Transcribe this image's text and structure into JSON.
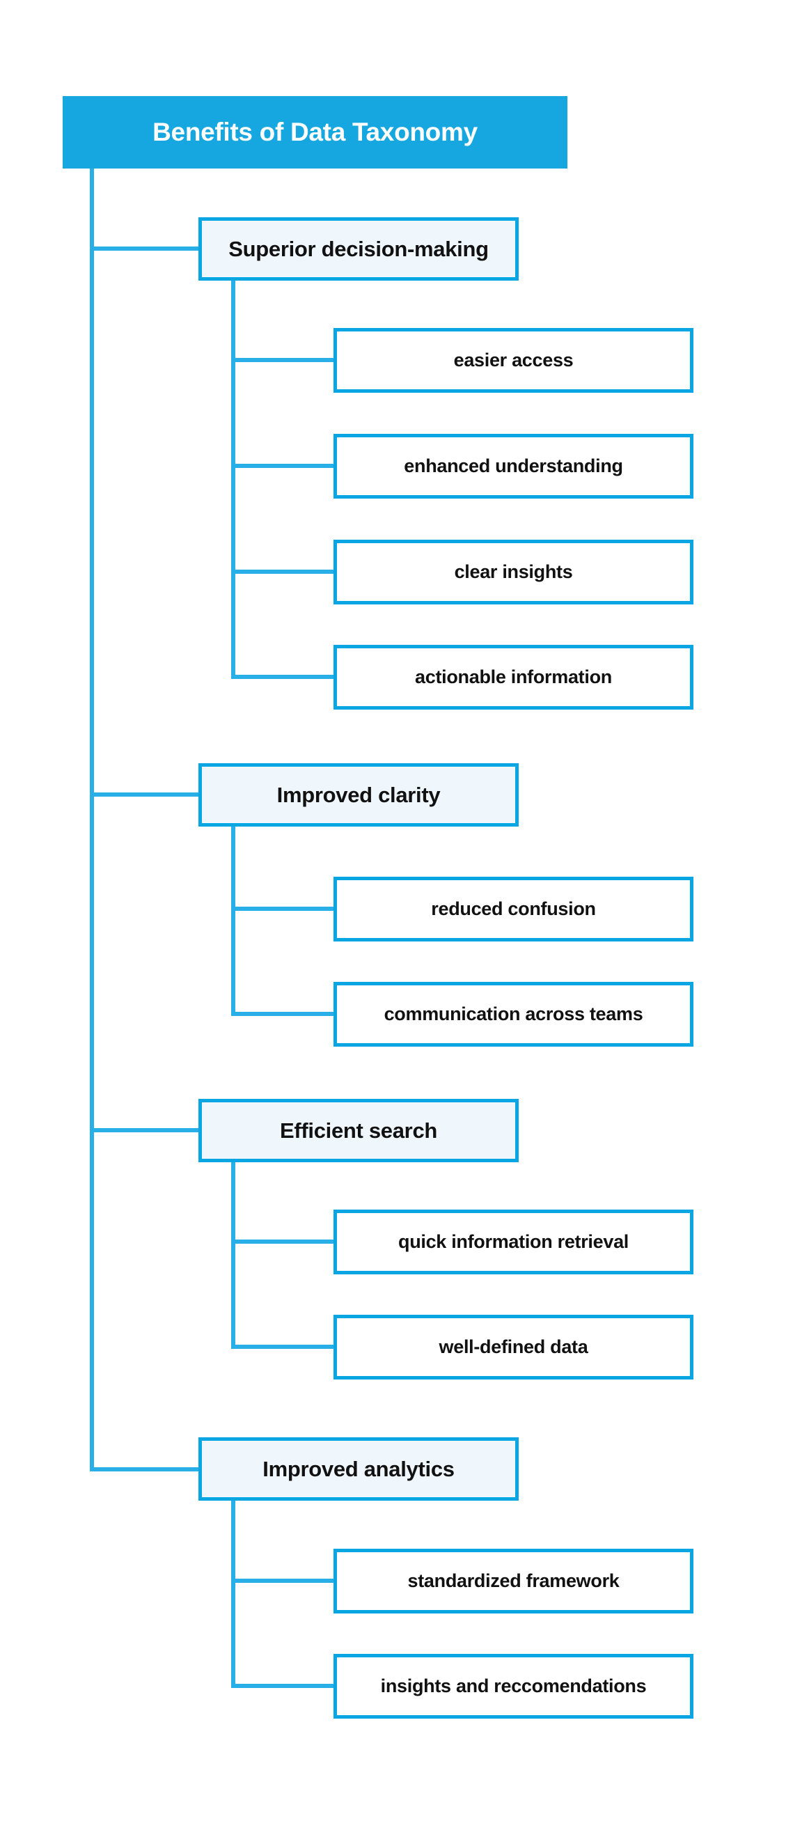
{
  "title": {
    "label": "Benefits of Data Taxonomy"
  },
  "colors": {
    "title-fill": "#16a7e0",
    "border-cyan": "#0aa6e4",
    "line-cyan": "#29afe8",
    "parent-fill": "#eff6fc",
    "child-fill": "#ffffff",
    "title-text": "#ffffff",
    "node-text": "#111111"
  },
  "tree": {
    "branches": [
      {
        "label": "Superior decision-making",
        "children": [
          "easier access",
          "enhanced understanding",
          "clear insights",
          "actionable information"
        ]
      },
      {
        "label": "Improved clarity",
        "children": [
          "reduced confusion",
          "communication across teams"
        ]
      },
      {
        "label": "Efficient search",
        "children": [
          "quick information retrieval",
          "well-defined data"
        ]
      },
      {
        "label": "Improved analytics",
        "children": [
          "standardized framework",
          "insights and reccomendations"
        ]
      }
    ]
  }
}
